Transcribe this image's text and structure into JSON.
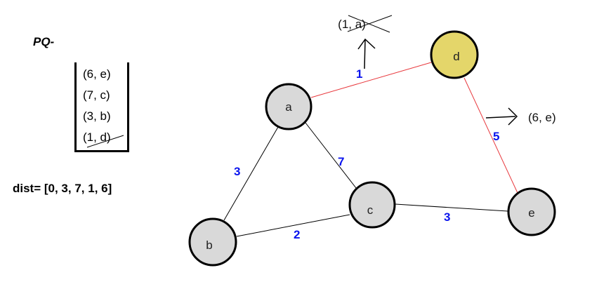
{
  "priority_queue": {
    "title": "PQ-",
    "items": [
      {
        "label": "(6, e)",
        "crossed": false
      },
      {
        "label": "(7, c)",
        "crossed": false
      },
      {
        "label": "(3, b)",
        "crossed": false
      },
      {
        "label": "(1, d)",
        "crossed": true
      }
    ]
  },
  "dist": "dist= [0, 3, 7, 1, 6]",
  "colors": {
    "edge_default": "#000000",
    "edge_highlight": "#e8383d",
    "weight_label": "#0a14ee",
    "node_fill": "#d9d9d9",
    "node_highlight_fill": "#e4d66a"
  },
  "graph": {
    "nodes": [
      {
        "id": "a",
        "label": "a",
        "highlighted": false
      },
      {
        "id": "b",
        "label": "b",
        "highlighted": false
      },
      {
        "id": "c",
        "label": "c",
        "highlighted": false
      },
      {
        "id": "d",
        "label": "d",
        "highlighted": true
      },
      {
        "id": "e",
        "label": "e",
        "highlighted": false
      }
    ],
    "edges": [
      {
        "from": "a",
        "to": "d",
        "weight": "1",
        "highlighted": true
      },
      {
        "from": "a",
        "to": "b",
        "weight": "3",
        "highlighted": false
      },
      {
        "from": "a",
        "to": "c",
        "weight": "7",
        "highlighted": false
      },
      {
        "from": "b",
        "to": "c",
        "weight": "2",
        "highlighted": false
      },
      {
        "from": "c",
        "to": "e",
        "weight": "3",
        "highlighted": false
      },
      {
        "from": "d",
        "to": "e",
        "weight": "5",
        "highlighted": true
      }
    ]
  },
  "annotations": {
    "popped": "(1, a)",
    "pushed": "(6, e)"
  }
}
